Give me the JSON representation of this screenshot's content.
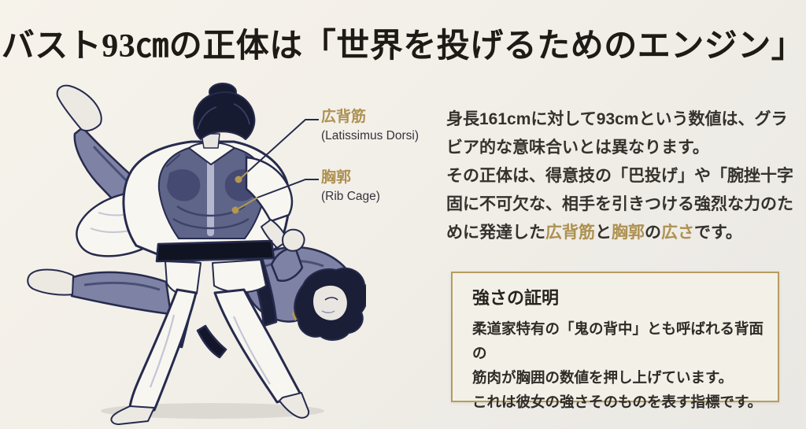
{
  "page": {
    "title": "バスト93㎝の正体は「世界を投げるためのエンジン」"
  },
  "colors": {
    "background": "#f2efe8",
    "accent_gold": "#ad9152",
    "ink_navy": "#262b4d",
    "box_border": "#b59d5e",
    "text_dark": "#35312d"
  },
  "diagram": {
    "illustration": "judo-throw-back-view",
    "labels": [
      {
        "jp": "広背筋",
        "en": "(Latissimus Dorsi)"
      },
      {
        "jp": "胸郭",
        "en": "(Rib Cage)"
      }
    ]
  },
  "main_text": {
    "line1": "身長161cmに対して93cmという数値は、グラ",
    "line2": "ビア的な意味合いとは異なります。",
    "line3": "その正体は、得意技の「巴投げ」や「腕挫十字",
    "line4": "固に不可欠な、相手を引きつける強烈な力のた",
    "line5": {
      "t1": "めに発達した",
      "g1": "広背筋",
      "t2": "と",
      "g2": "胸郭",
      "t3": "の",
      "g3": "広さ",
      "t4": "です。"
    }
  },
  "info_box": {
    "title": "強さの証明",
    "line1": "柔道家特有の「鬼の背中」とも呼ばれる背面の",
    "line2": "筋肉が胸囲の数値を押し上げています。",
    "line3": "これは彼女の強さそのものを表す指標です。"
  }
}
